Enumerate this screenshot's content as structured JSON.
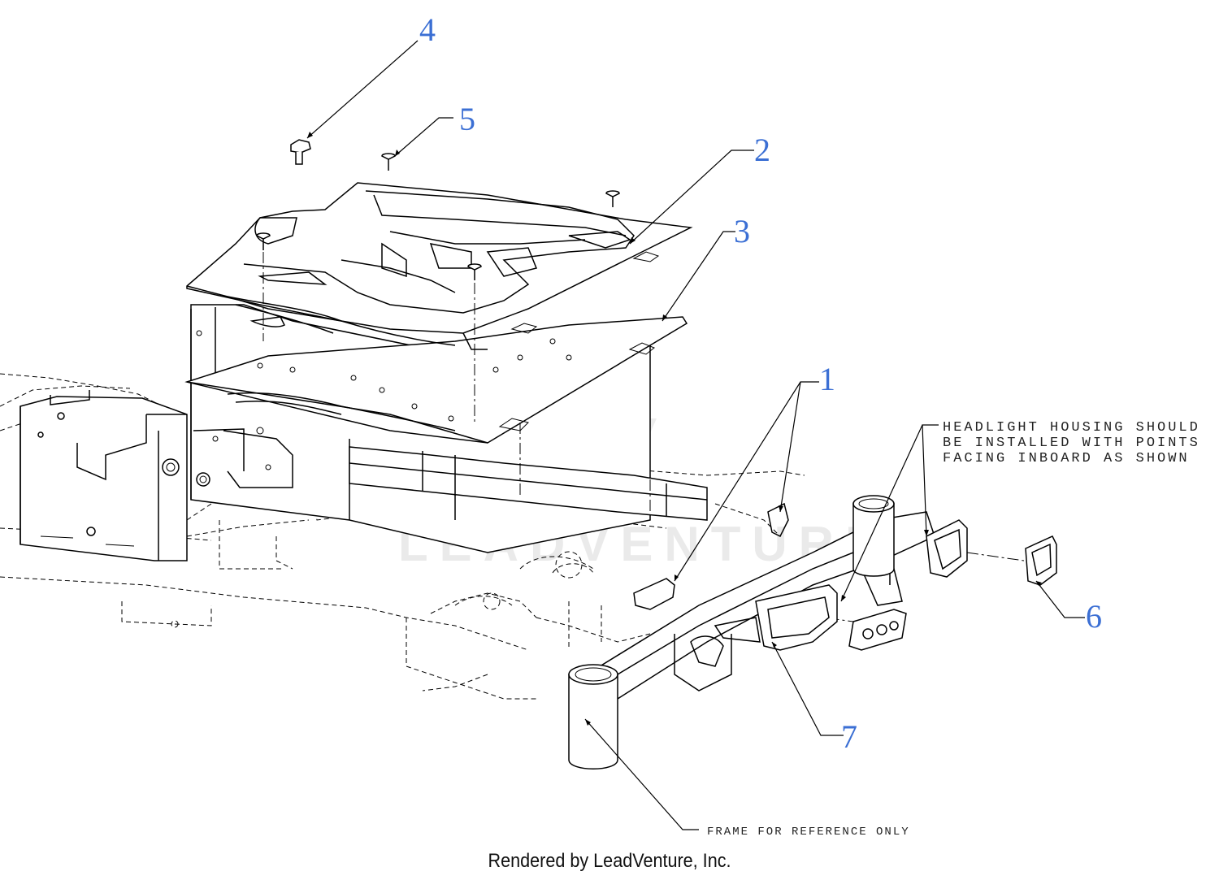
{
  "callouts": {
    "c1": "1",
    "c2": "2",
    "c3": "3",
    "c4": "4",
    "c5": "5",
    "c6": "6",
    "c7": "7"
  },
  "notes": {
    "headlight_line1": "HEADLIGHT HOUSING SHOULD",
    "headlight_line2": "BE INSTALLED WITH POINTS",
    "headlight_line3": "FACING INBOARD AS SHOWN",
    "frame_reference": "FRAME FOR REFERENCE ONLY"
  },
  "watermark": "LEADVENTURE",
  "footer": "Rendered by LeadVenture, Inc.",
  "colors": {
    "callout": "#3b6fd4",
    "line": "#000000",
    "watermark": "#e8e8e8"
  }
}
